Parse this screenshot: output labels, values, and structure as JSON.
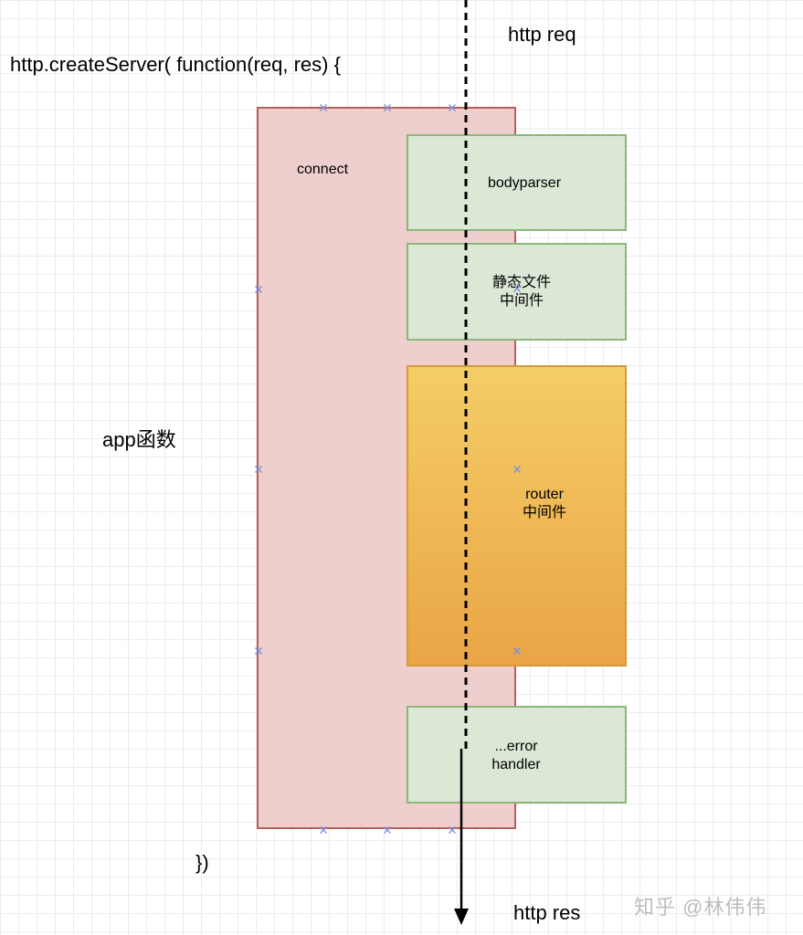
{
  "code": {
    "open": "http.createServer( function(req, res) {",
    "close": "})"
  },
  "flow": {
    "request_label": "http req",
    "response_label": "http res"
  },
  "app_label": "app函数",
  "connect_label": "connect",
  "middlewares": {
    "bodyparser": "bodyparser",
    "static": "静态文件\n中间件",
    "router": "router\n中间件",
    "error": "...error\nhandler"
  },
  "watermark": "知乎 @林伟伟",
  "colors": {
    "connect_fill": "#efcfce",
    "connect_border": "#b7605a",
    "middleware_fill": "#dbe8d6",
    "middleware_border": "#8db77a",
    "router_top": "#f4cd66",
    "router_bottom": "#eaa546",
    "handle_marker": "#7b8fe0"
  }
}
